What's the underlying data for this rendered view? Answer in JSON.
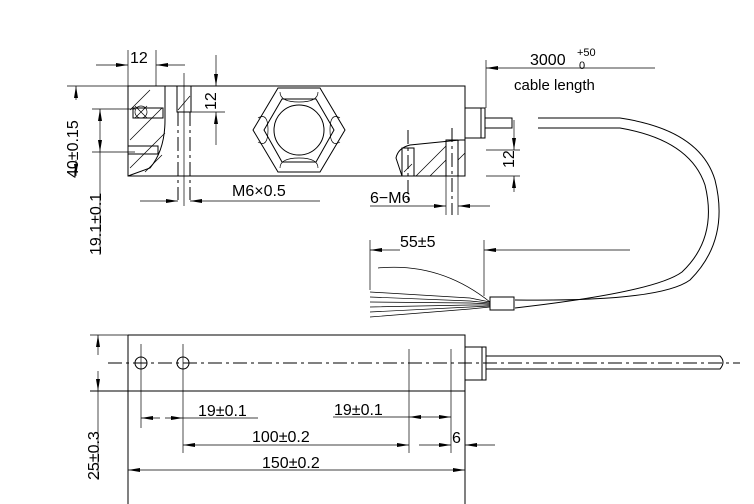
{
  "drawing": {
    "top_view": {
      "dim_width_12": "12",
      "dim_height_12": "12",
      "dim_40": "40±0.15",
      "dim_19_1": "19.1±0.1",
      "thread_center": "M6×0.5",
      "thread_side": "6−M6",
      "dim_side_12": "12"
    },
    "cable": {
      "length_value": "3000",
      "length_tol_upper": "+50",
      "length_tol_lower": "0",
      "length_label": "cable length",
      "strip_length": "55±5"
    },
    "bottom_view": {
      "dim_25": "25±0.3",
      "dim_19_left": "19±0.1",
      "dim_19_right": "19±0.1",
      "dim_100": "100±0.2",
      "dim_6": "6",
      "dim_150": "150±0.2"
    }
  }
}
